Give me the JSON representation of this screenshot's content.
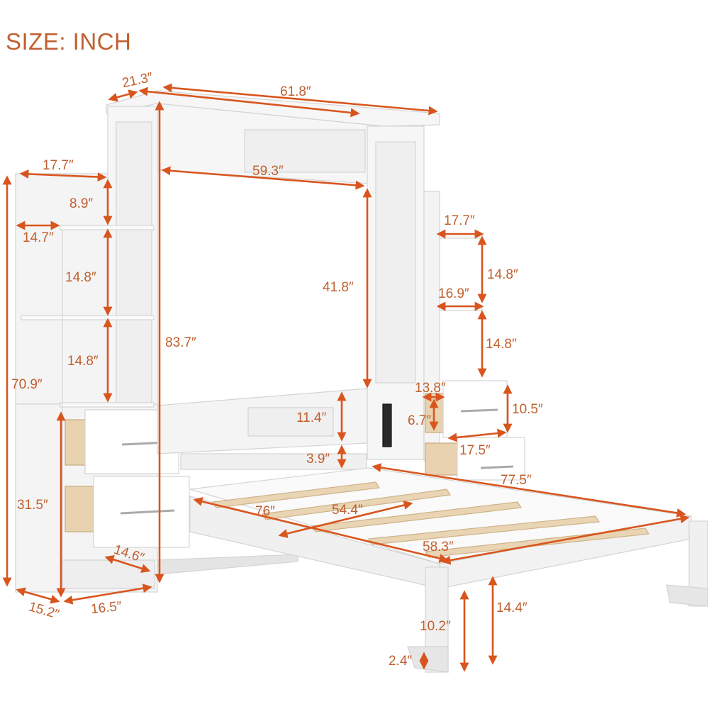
{
  "title": "SIZE: INCH",
  "colors": {
    "accent": "#d9551e",
    "label": "#c0602f",
    "furniture": "#f4f4f4",
    "furniture_edge": "#d8d8d8",
    "wood": "#e8d2b0",
    "background": "#ffffff"
  },
  "product": "Wall bed with side shelving cabinets and drawers",
  "dimensions": {
    "frame_depth": "21.3″",
    "frame_width": "61.8″",
    "inner_width": "59.3″",
    "inner_height": "41.8″",
    "total_height": "83.7″",
    "left_cabinet_width": "17.7″",
    "left_top_shelf": "8.9″",
    "left_shelf_depth": "14.7″",
    "left_shelf_1": "14.8″",
    "left_shelf_2": "14.8″",
    "left_cabinet_height": "70.9″",
    "left_drawer_section": "31.5″",
    "left_bottom_depth": "14.6″",
    "left_base_depth": "15.2″",
    "left_base_width": "16.5″",
    "right_cabinet_width": "17.7″",
    "right_shelf_depth": "16.9″",
    "right_shelf_1": "14.8″",
    "right_shelf_2": "14.8″",
    "drawer_depth": "13.8″",
    "drawer_inner_height": "6.7″",
    "drawer_height": "10.5″",
    "drawer_width": "17.5″",
    "headboard_height": "11.4″",
    "headboard_gap": "3.9″",
    "bed_length": "77.5″",
    "mattress_length": "76″",
    "mattress_width": "54.4″",
    "bed_width": "58.3″",
    "leg_height": "10.2″",
    "bed_height": "14.4″",
    "foot_height": "2.4″"
  }
}
